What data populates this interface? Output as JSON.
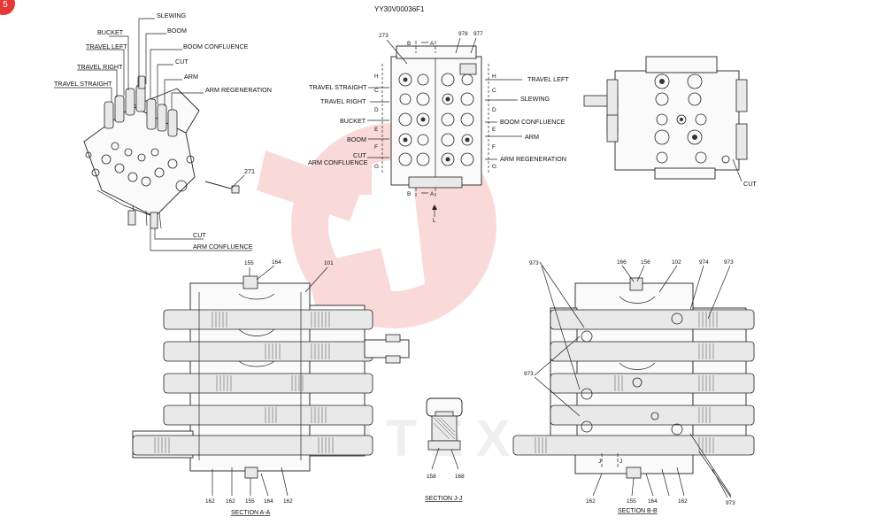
{
  "page_badge": "5",
  "drawing_code": "YY30V00036F1",
  "watermark_text": "HITEX",
  "top_left_view": {
    "labels": {
      "slewing": "SLEWING",
      "bucket": "BUCKET",
      "boom": "BOOM",
      "travel_left": "TRAVEL LEFT",
      "boom_confluence": "BOOM CONFLUENCE",
      "travel_right": "TRAVEL RIGHT",
      "cut_top": "CUT",
      "arm": "ARM",
      "travel_straight": "TRAVEL STRAIGHT",
      "arm_regeneration": "ARM REGENERATION",
      "part_271": "271",
      "cut_bottom": "CUT",
      "arm_confluence": "ARM CONFLUENCE"
    }
  },
  "top_center_view": {
    "refs": {
      "r273": "273",
      "r978": "978",
      "r977": "977"
    },
    "section_marks": {
      "b_top": "B",
      "a_top": "A",
      "b_bot": "B",
      "a_bot": "A",
      "l": "L"
    },
    "left_labels": {
      "travel_straight": "TRAVEL STRAIGHT",
      "travel_right": "TRAVEL RIGHT",
      "bucket": "BUCKET",
      "boom": "BOOM",
      "cut": "CUT",
      "arm_confluence": "ARM CONFLUENCE"
    },
    "right_labels": {
      "travel_left": "TRAVEL LEFT",
      "slewing": "SLEWING",
      "boom_confluence": "BOOM CONFLUENCE",
      "arm": "ARM",
      "arm_regeneration": "ARM REGENERATION"
    },
    "side_letters_left": [
      "H",
      "C",
      "D",
      "E",
      "F",
      "G"
    ],
    "side_letters_right": [
      "H",
      "C",
      "D",
      "E",
      "F",
      "G"
    ]
  },
  "top_right_view": {
    "label_cut": "CUT"
  },
  "section_a": {
    "title": "SECTION  A-A",
    "refs": {
      "r155_top": "155",
      "r164_top": "164",
      "r101": "101",
      "r162_a": "162",
      "r162_b": "162",
      "r155_bot": "155",
      "r164_bot": "164",
      "r162_c": "162"
    }
  },
  "section_j": {
    "title": "SECTION  J-J",
    "refs": {
      "r158": "158",
      "r168": "168"
    }
  },
  "section_b": {
    "title": "SECTION  B-B",
    "refs": {
      "r973_tl": "973",
      "r166": "166",
      "r156": "156",
      "r102": "102",
      "r974": "974",
      "r973_tr": "973",
      "r973_ml": "973",
      "r162_a": "162",
      "r155": "155",
      "r164": "164",
      "r162_b": "162",
      "r973_br": "973",
      "j_left": "J",
      "j_right": "J"
    }
  }
}
